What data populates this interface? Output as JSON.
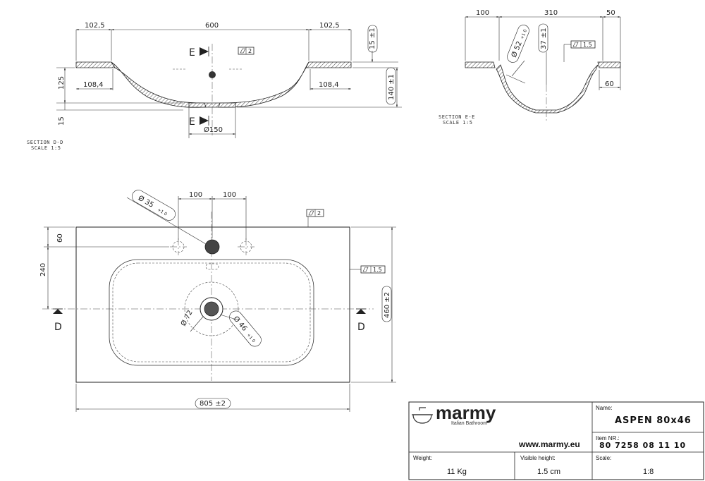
{
  "section_dd": {
    "dim_left": "102,5",
    "dim_mid": "600",
    "dim_right": "102,5",
    "dim_top_thick": "15 ±1",
    "dim_height": "125",
    "dim_bottom": "15",
    "dim_inner_left": "108,4",
    "dim_inner_right": "108,4",
    "dim_overall_h": "140 ±1",
    "dim_drain": "Ø150",
    "cut_top": "E",
    "cut_bottom": "E",
    "flatness": "2",
    "caption_line1": "SECTION D-D",
    "caption_line2": "SCALE 1:5"
  },
  "section_ee": {
    "dim_a": "100",
    "dim_b": "310",
    "dim_c": "50",
    "dim_hole": "Ø 52",
    "dim_hole_tol": "+1 0",
    "dim_depth": "37 ±1",
    "flatness": "1.5",
    "dim_lip": "60",
    "caption_line1": "SECTION E-E",
    "caption_line2": "SCALE 1:5"
  },
  "plan": {
    "dim_spacing_left": "100",
    "dim_spacing_right": "100",
    "dim_tap_hole": "Ø 35",
    "dim_tap_tol": "+1 0",
    "flatness_top": "2",
    "flatness_side": "1.5",
    "dim_tap_offset": "60",
    "dim_drain_offset": "240",
    "dim_width": "805 ±2",
    "dim_depth": "460 ±2",
    "dim_drain_small": "Ø 72",
    "dim_drain_big": "Ø 46",
    "dim_drain_big_tol": "+1 0",
    "cut_left": "D",
    "cut_right": "D"
  },
  "title_block": {
    "brand": "marmy",
    "brand_sub": "Italian Bathroom",
    "website": "www.marmy.eu",
    "name_label": "Name:",
    "name_value": "ASPEN 80x46",
    "item_label": "Item NR.:",
    "item_value": "80 7258 08 11 10",
    "weight_label": "Weight:",
    "weight_value": "11 Kg",
    "height_label": "Visible height:",
    "height_value": "1.5 cm",
    "scale_label": "Scale:",
    "scale_value": "1:8"
  }
}
